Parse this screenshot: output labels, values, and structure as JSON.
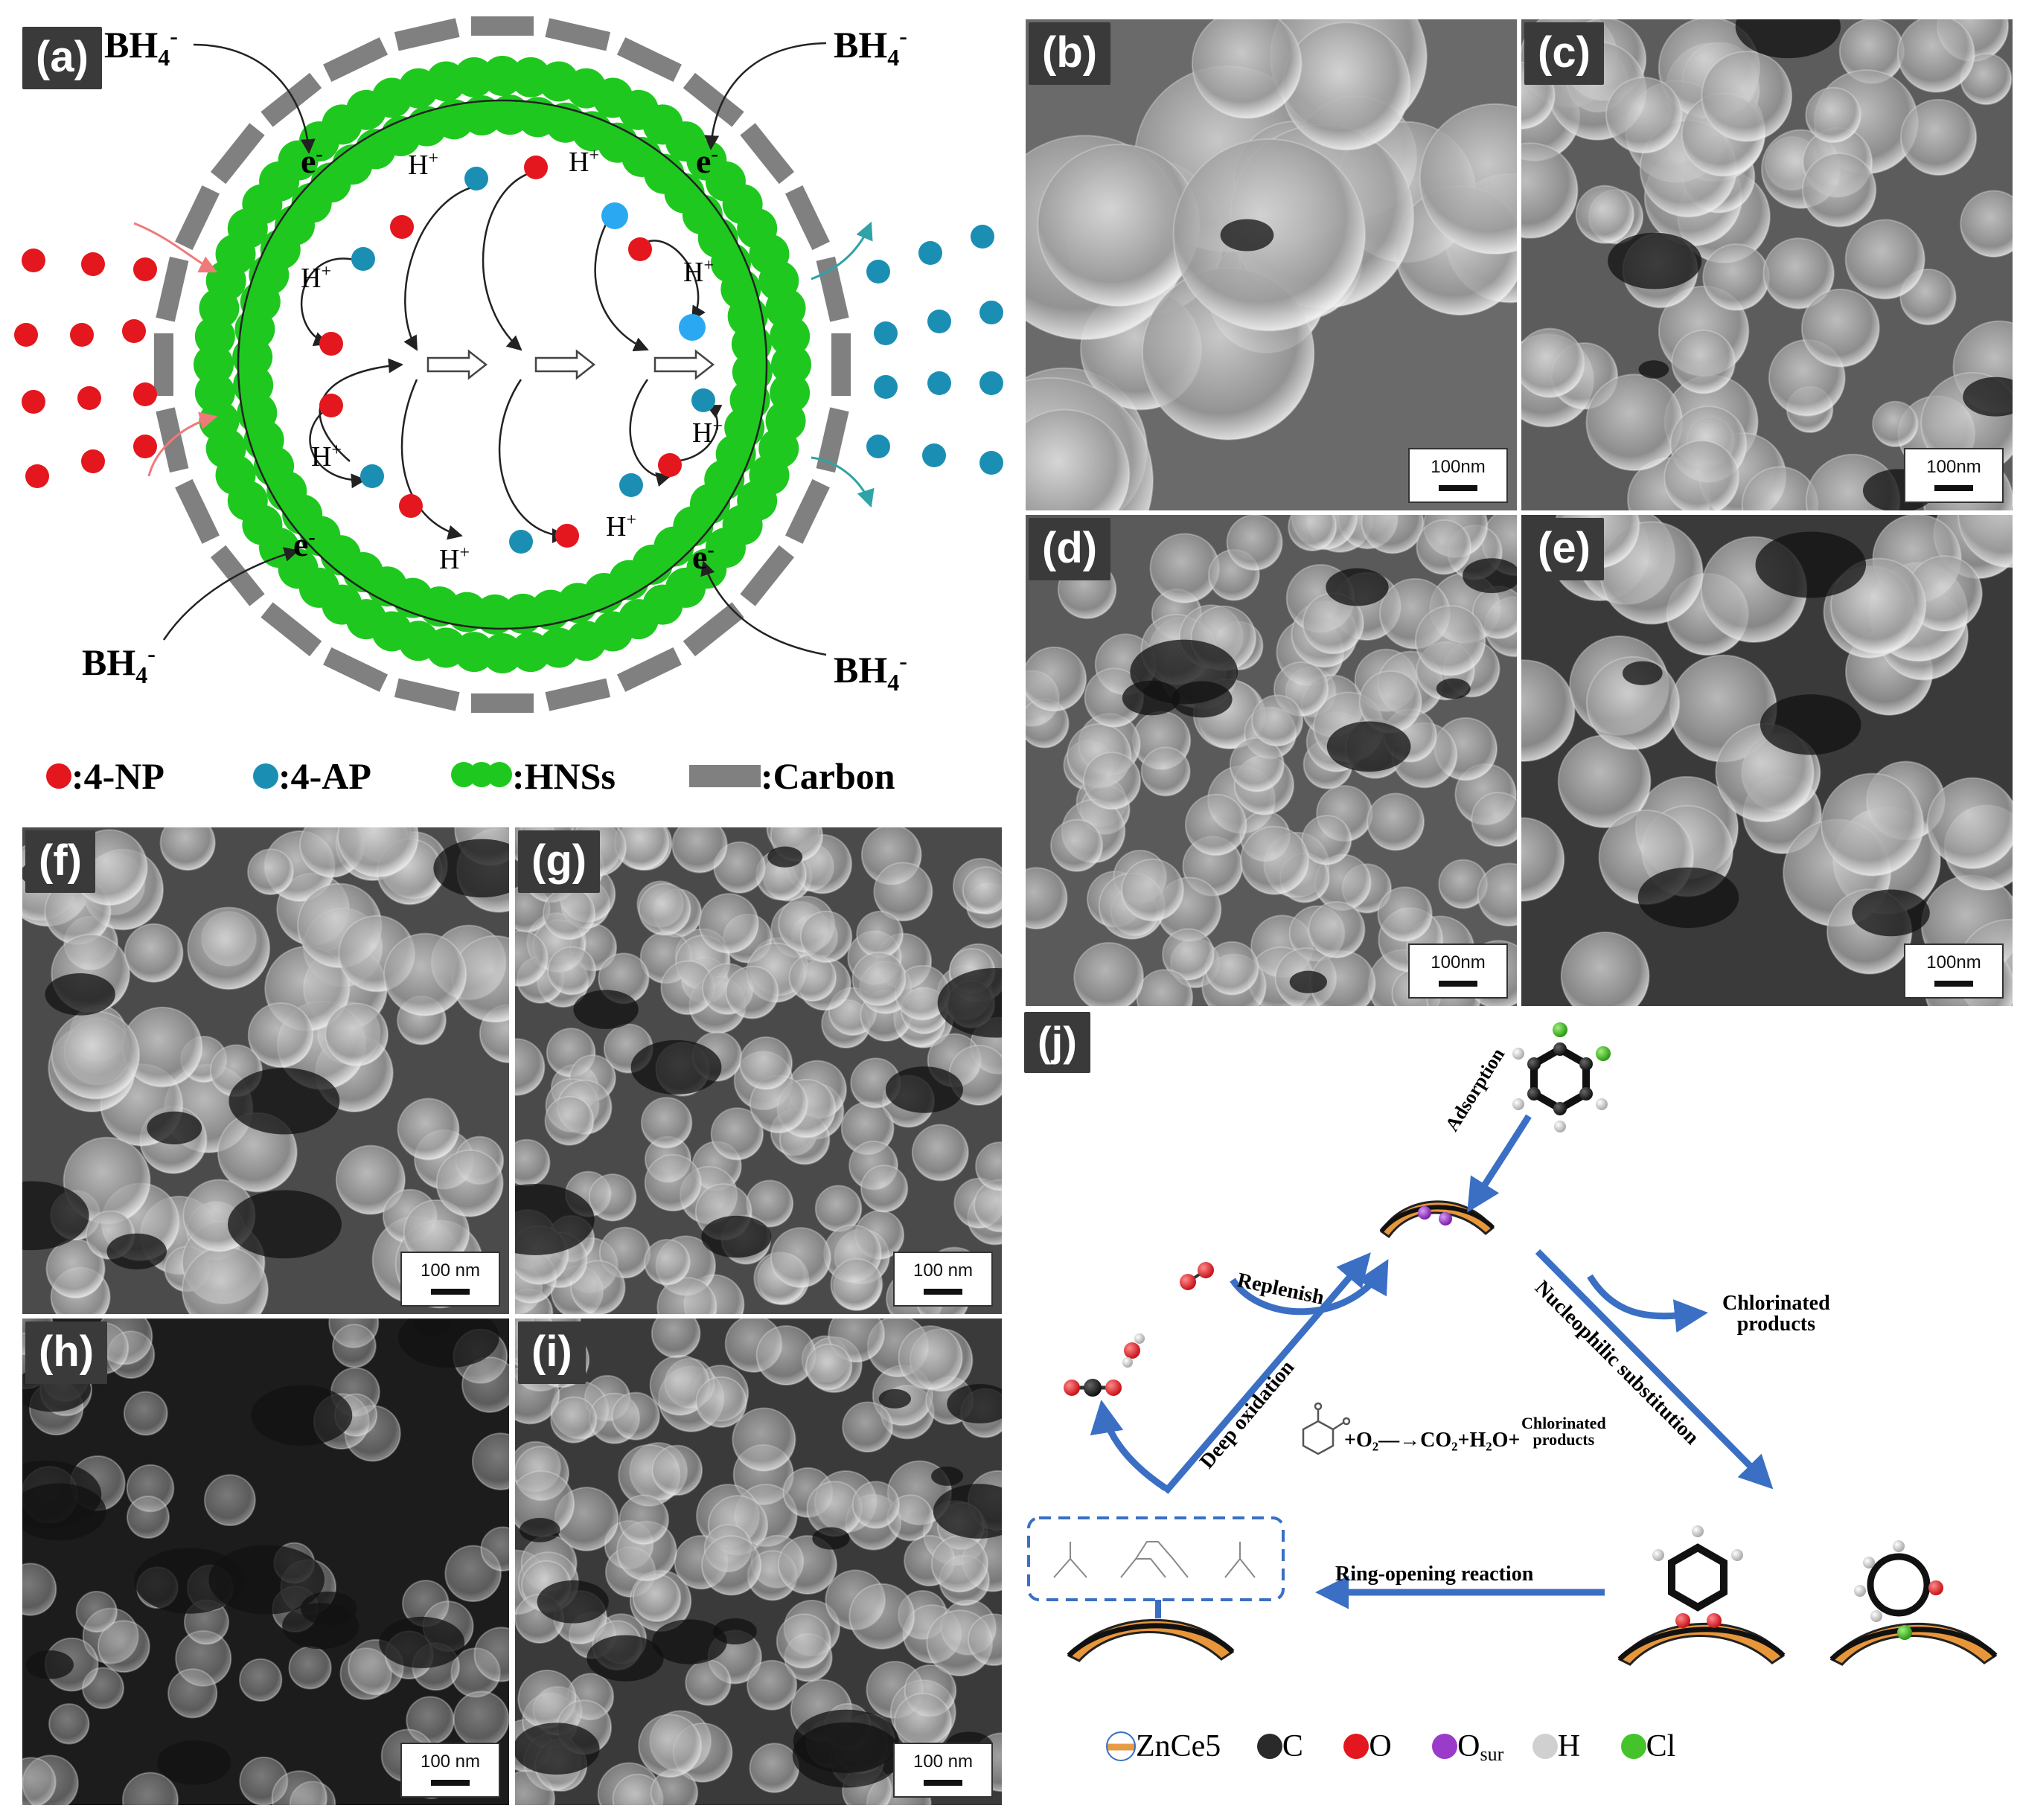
{
  "panel_a": {
    "label": "(a)",
    "bh4_labels": [
      "BH",
      "BH",
      "BH",
      "BH"
    ],
    "bh4_sub": "4",
    "bh4_sup": "-",
    "electron": "e",
    "electron_sup": "-",
    "proton": "H",
    "proton_sup": "+",
    "legend": [
      {
        "text": ":4-NP",
        "color": "#e3171d"
      },
      {
        "text": ":4-AP",
        "color": "#1b8fb3"
      },
      {
        "text": ":HNSs",
        "color": "#1fc81f"
      },
      {
        "text": ":Carbon",
        "color": "#808080"
      }
    ]
  },
  "sem_panels": [
    {
      "id": "b",
      "label": "(b)",
      "scale": "100nm"
    },
    {
      "id": "c",
      "label": "(c)",
      "scale": "100nm"
    },
    {
      "id": "d",
      "label": "(d)",
      "scale": "100nm"
    },
    {
      "id": "e",
      "label": "(e)",
      "scale": "100nm"
    },
    {
      "id": "f",
      "label": "(f)",
      "scale": "100 nm"
    },
    {
      "id": "g",
      "label": "(g)",
      "scale": "100 nm"
    },
    {
      "id": "h",
      "label": "(h)",
      "scale": "100 nm"
    },
    {
      "id": "i",
      "label": "(i)",
      "scale": "100 nm"
    }
  ],
  "panel_j": {
    "label": "(j)",
    "adsorption": "Adsorption",
    "replenish": "Replenish",
    "nucleophilic": "Nucleophilic substitution",
    "chlorinated_products": [
      "Chlorinated",
      "products"
    ],
    "deep_oxidation": "Deep oxidation",
    "equation": "+O₂—→CO₂+H₂O+",
    "equation_products": [
      "Chlorinated",
      "products"
    ],
    "ring_opening": "Ring-opening reaction",
    "legend": [
      {
        "text": "ZnCe5",
        "color": "#e89b45"
      },
      {
        "text": "C",
        "color": "#2a2a2a"
      },
      {
        "text": "O",
        "color": "#e3171d"
      },
      {
        "text": "O",
        "sub": "sur",
        "color": "#9b3bc9"
      },
      {
        "text": "H",
        "color": "#d0d0d0"
      },
      {
        "text": "Cl",
        "color": "#44c42a"
      }
    ]
  }
}
